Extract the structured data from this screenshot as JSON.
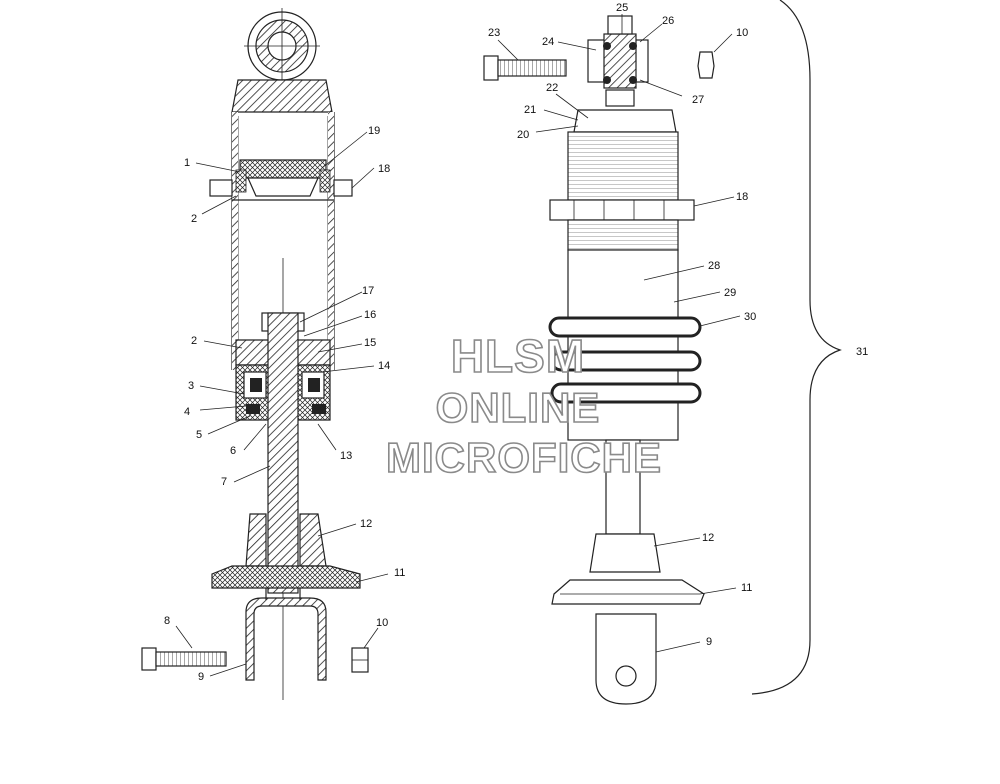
{
  "callouts_left": [
    {
      "label": "1"
    },
    {
      "label": "19"
    },
    {
      "label": "18"
    },
    {
      "label": "2"
    },
    {
      "label": "17"
    },
    {
      "label": "16"
    },
    {
      "label": "2"
    },
    {
      "label": "15"
    },
    {
      "label": "14"
    },
    {
      "label": "3"
    },
    {
      "label": "4"
    },
    {
      "label": "5"
    },
    {
      "label": "6"
    },
    {
      "label": "13"
    },
    {
      "label": "7"
    },
    {
      "label": "12"
    },
    {
      "label": "11"
    },
    {
      "label": "8"
    },
    {
      "label": "10"
    },
    {
      "label": "9"
    }
  ],
  "callouts_right": [
    {
      "label": "25"
    },
    {
      "label": "26"
    },
    {
      "label": "10"
    },
    {
      "label": "23"
    },
    {
      "label": "24"
    },
    {
      "label": "27"
    },
    {
      "label": "22"
    },
    {
      "label": "21"
    },
    {
      "label": "20"
    },
    {
      "label": "18"
    },
    {
      "label": "28"
    },
    {
      "label": "29"
    },
    {
      "label": "30"
    },
    {
      "label": "31"
    },
    {
      "label": "12"
    },
    {
      "label": "11"
    },
    {
      "label": "9"
    }
  ],
  "watermark": {
    "line1": "HLSM",
    "line2": "ONLINE",
    "line3": "MICROFICHE"
  },
  "colors": {
    "ink": "#222222",
    "watermark_outline": "#8a8a8a",
    "background": "#ffffff"
  }
}
